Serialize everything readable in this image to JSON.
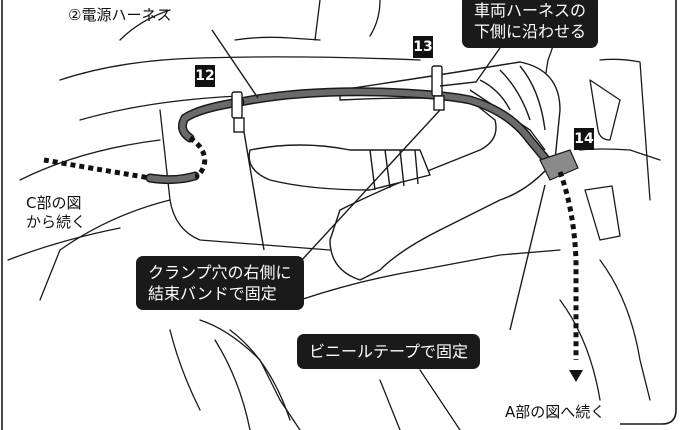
{
  "labels": {
    "harness": "②電源ハーネス",
    "along_vehicle_harness": [
      "車両ハーネスの",
      "下側に沿わせる"
    ],
    "from_c": [
      "C部の図",
      "から続く"
    ],
    "clamp_note": [
      "クランプ穴の右側に",
      "結束バンドで固定"
    ],
    "vinyl_tape": "ビニールテープで固定",
    "to_a": "A部の図へ続く"
  },
  "markers": {
    "m12": "12",
    "m13": "13",
    "m14": "14"
  },
  "colors": {
    "line": "#1a1a1a",
    "callout_bg": "#1a1a1a",
    "callout_text": "#ffffff",
    "harness_fill": "#555555",
    "background": "#ffffff"
  }
}
